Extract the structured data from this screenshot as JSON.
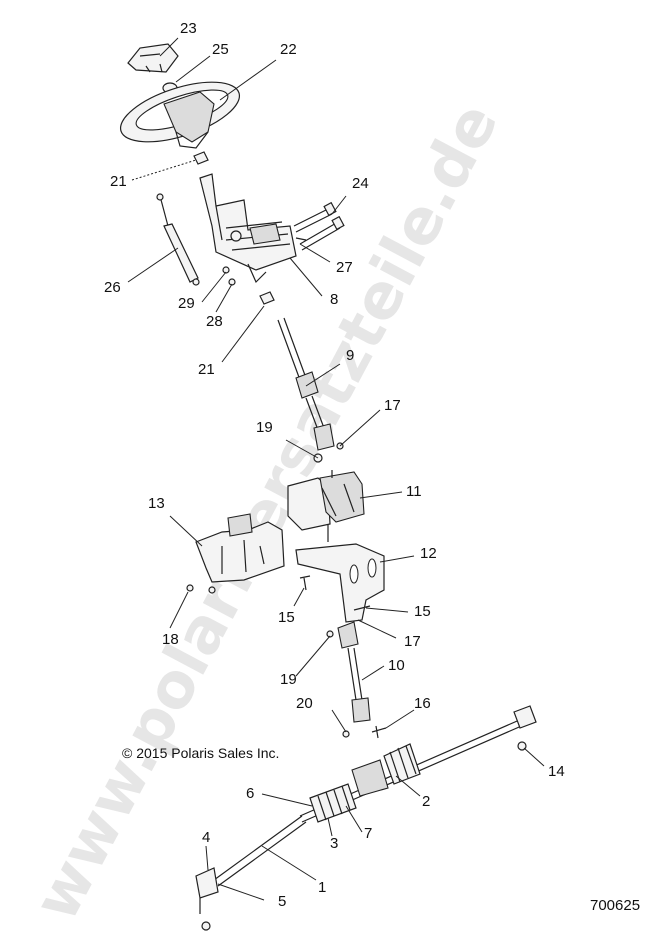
{
  "watermark": "www.polarisersatzteile.de",
  "copyright": "© 2015 Polaris Sales Inc.",
  "diagram_id": "700625",
  "callouts": [
    {
      "num": "23"
    },
    {
      "num": "25"
    },
    {
      "num": "22"
    },
    {
      "num": "21"
    },
    {
      "num": "24"
    },
    {
      "num": "26"
    },
    {
      "num": "27"
    },
    {
      "num": "29"
    },
    {
      "num": "28"
    },
    {
      "num": "8"
    },
    {
      "num": "21"
    },
    {
      "num": "9"
    },
    {
      "num": "17"
    },
    {
      "num": "19"
    },
    {
      "num": "11"
    },
    {
      "num": "13"
    },
    {
      "num": "12"
    },
    {
      "num": "15"
    },
    {
      "num": "15"
    },
    {
      "num": "18"
    },
    {
      "num": "17"
    },
    {
      "num": "19"
    },
    {
      "num": "10"
    },
    {
      "num": "20"
    },
    {
      "num": "16"
    },
    {
      "num": "14"
    },
    {
      "num": "2"
    },
    {
      "num": "6"
    },
    {
      "num": "3"
    },
    {
      "num": "7"
    },
    {
      "num": "4"
    },
    {
      "num": "1"
    },
    {
      "num": "5"
    }
  ]
}
